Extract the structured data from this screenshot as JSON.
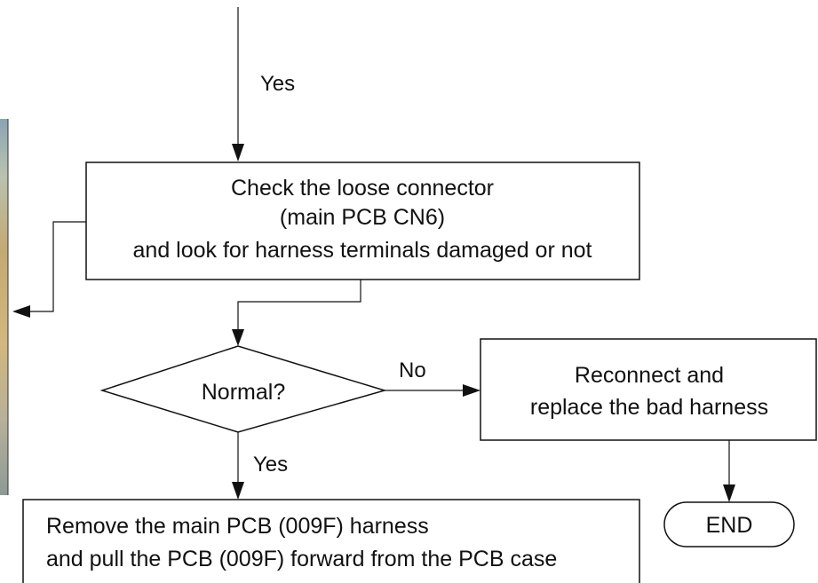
{
  "flowchart": {
    "edge_labels": {
      "top_yes": "Yes",
      "diamond_no": "No",
      "diamond_yes": "Yes"
    },
    "check_box": {
      "line1": "Check the loose connector",
      "line2": "(main PCB CN6)",
      "line3": "and look for harness terminals damaged or not"
    },
    "decision": {
      "label": "Normal?"
    },
    "reconnect_box": {
      "line1": "Reconnect and",
      "line2": "replace the bad harness"
    },
    "remove_box": {
      "line1": "Remove the main PCB (009F) harness",
      "line2": "and pull the PCB (009F) forward from the PCB case"
    },
    "end_terminal": {
      "label": "END"
    }
  },
  "colors": {
    "line": "#111111",
    "background": "#ffffff",
    "photo_strip_top": "#8aa4b4",
    "photo_strip_mid": "#c4a972",
    "photo_strip_bottom": "#9aa49a"
  }
}
